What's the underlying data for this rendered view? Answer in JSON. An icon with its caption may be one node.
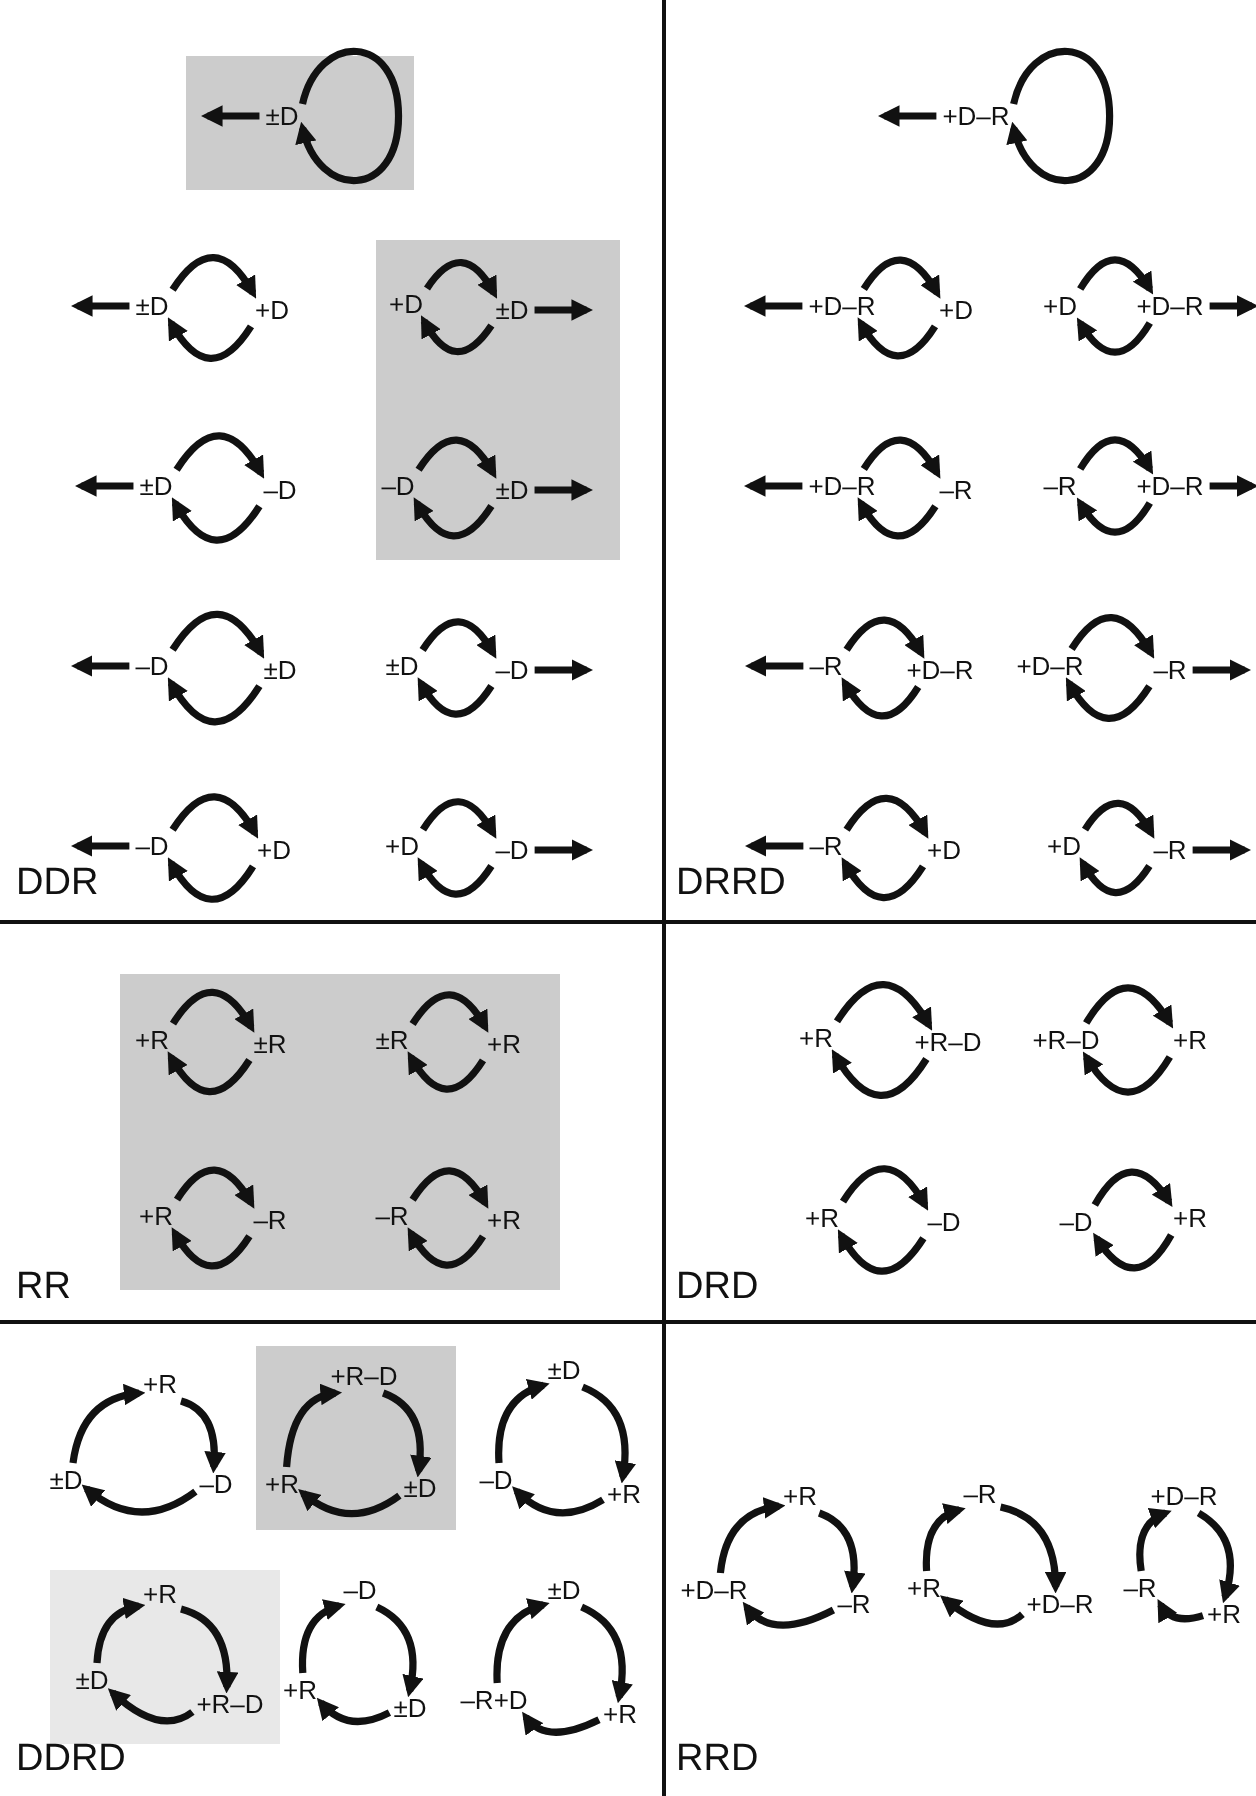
{
  "diagram": {
    "nodes": [
      {
        "text": [
          "DDR"
        ]
      },
      {
        "text": [],
        "shape": "box",
        "in": 0
      },
      {
        "text": [
          "±D"
        ],
        "in": 1
      },
      {
        "text": [
          "±D"
        ],
        "in": 0
      },
      {
        "text": [
          "+D"
        ],
        "in": 0
      },
      {
        "text": [],
        "shape": "box",
        "in": 0
      },
      {
        "text": [
          "+D"
        ],
        "in": 5
      },
      {
        "text": [
          "±D"
        ],
        "in": 5
      },
      {
        "text": [
          "±D"
        ],
        "in": 0
      },
      {
        "text": [
          "–D"
        ],
        "in": 0
      },
      {
        "text": [
          "–D"
        ],
        "in": 5
      },
      {
        "text": [
          "±D"
        ],
        "in": 5
      },
      {
        "text": [
          "–D"
        ],
        "in": 0
      },
      {
        "text": [
          "±D"
        ],
        "in": 0
      },
      {
        "text": [
          "±D"
        ],
        "in": 0
      },
      {
        "text": [
          "–D"
        ],
        "in": 0
      },
      {
        "text": [
          "–D"
        ],
        "in": 0
      },
      {
        "text": [
          "+D"
        ],
        "in": 0
      },
      {
        "text": [
          "+D"
        ],
        "in": 0
      },
      {
        "text": [
          "–D"
        ],
        "in": 0
      },
      {
        "text": [
          "DRRD"
        ]
      },
      {
        "text": [
          "+D–R"
        ],
        "in": 20
      },
      {
        "text": [
          "+D–R"
        ],
        "in": 20
      },
      {
        "text": [
          "+D"
        ],
        "in": 20
      },
      {
        "text": [
          "+D"
        ],
        "in": 20
      },
      {
        "text": [
          "+D–R"
        ],
        "in": 20
      },
      {
        "text": [
          "+D–R"
        ],
        "in": 20
      },
      {
        "text": [
          "–R"
        ],
        "in": 20
      },
      {
        "text": [
          "–R"
        ],
        "in": 20
      },
      {
        "text": [
          "+D–R"
        ],
        "in": 20
      },
      {
        "text": [
          "–R"
        ],
        "in": 20
      },
      {
        "text": [
          "+D–R"
        ],
        "in": 20
      },
      {
        "text": [
          "+D–R"
        ],
        "in": 20
      },
      {
        "text": [
          "–R"
        ],
        "in": 20
      },
      {
        "text": [
          "–R"
        ],
        "in": 20
      },
      {
        "text": [
          "+D"
        ],
        "in": 20
      },
      {
        "text": [
          "+D"
        ],
        "in": 20
      },
      {
        "text": [
          "–R"
        ],
        "in": 20
      },
      {
        "text": [
          "RR"
        ]
      },
      {
        "text": [],
        "shape": "box",
        "in": 38
      },
      {
        "text": [
          "+R"
        ],
        "in": 39
      },
      {
        "text": [
          "±R"
        ],
        "in": 39
      },
      {
        "text": [
          "±R"
        ],
        "in": 39
      },
      {
        "text": [
          "+R"
        ],
        "in": 39
      },
      {
        "text": [
          "+R"
        ],
        "in": 39
      },
      {
        "text": [
          "–R"
        ],
        "in": 39
      },
      {
        "text": [
          "–R"
        ],
        "in": 39
      },
      {
        "text": [
          "+R"
        ],
        "in": 39
      },
      {
        "text": [
          "DRD"
        ]
      },
      {
        "text": [
          "+R"
        ],
        "in": 48
      },
      {
        "text": [
          "+R–D"
        ],
        "in": 48
      },
      {
        "text": [
          "+R–D"
        ],
        "in": 48
      },
      {
        "text": [
          "+R"
        ],
        "in": 48
      },
      {
        "text": [
          "+R"
        ],
        "in": 48
      },
      {
        "text": [
          "–D"
        ],
        "in": 48
      },
      {
        "text": [
          "–D"
        ],
        "in": 48
      },
      {
        "text": [
          "+R"
        ],
        "in": 48
      },
      {
        "text": [
          "DDRD"
        ]
      },
      {
        "text": [
          "+R"
        ],
        "in": 57
      },
      {
        "text": [
          "±D"
        ],
        "in": 57
      },
      {
        "text": [
          "–D"
        ],
        "in": 57
      },
      {
        "text": [],
        "shape": "box",
        "in": 57
      },
      {
        "text": [
          "+R–D"
        ],
        "in": 61
      },
      {
        "text": [
          "+R"
        ],
        "in": 61
      },
      {
        "text": [
          "±D"
        ],
        "in": 61
      },
      {
        "text": [
          "±D"
        ],
        "in": 57
      },
      {
        "text": [
          "–D"
        ],
        "in": 57
      },
      {
        "text": [
          "+R"
        ],
        "in": 57
      },
      {
        "text": [],
        "shape": "box",
        "in": 57
      },
      {
        "text": [
          "+R"
        ],
        "in": 68
      },
      {
        "text": [
          "±D"
        ],
        "in": 68
      },
      {
        "text": [
          "+R–D"
        ],
        "in": 68
      },
      {
        "text": [
          "–D"
        ],
        "in": 57
      },
      {
        "text": [
          "+R"
        ],
        "in": 57
      },
      {
        "text": [
          "±D"
        ],
        "in": 57
      },
      {
        "text": [
          "±D"
        ],
        "in": 57
      },
      {
        "text": [
          "–R+D"
        ],
        "in": 57
      },
      {
        "text": [
          "+R"
        ],
        "in": 57
      },
      {
        "text": [
          "RRD"
        ]
      },
      {
        "text": [
          "+R"
        ],
        "in": 78
      },
      {
        "text": [
          "+D–R"
        ],
        "in": 78
      },
      {
        "text": [
          "–R"
        ],
        "in": 78
      },
      {
        "text": [
          "–R"
        ],
        "in": 78
      },
      {
        "text": [
          "+R"
        ],
        "in": 78
      },
      {
        "text": [
          "+D–R"
        ],
        "in": 78
      },
      {
        "text": [
          "+D–R"
        ],
        "in": 78
      },
      {
        "text": [
          "–R"
        ],
        "in": 78
      },
      {
        "text": [
          "+R"
        ],
        "in": 78
      }
    ],
    "edges": [
      {
        "from": 2,
        "to": 2,
        "arrow": "to"
      },
      {
        "from": 2,
        "to": null,
        "arrow": "to"
      },
      {
        "from": 3,
        "to": 4,
        "arrow": "to"
      },
      {
        "from": 4,
        "to": 3,
        "arrow": "to"
      },
      {
        "from": 3,
        "to": null,
        "arrow": "to"
      },
      {
        "from": 6,
        "to": 7,
        "arrow": "to"
      },
      {
        "from": 7,
        "to": 6,
        "arrow": "to"
      },
      {
        "from": 7,
        "to": null,
        "arrow": "to"
      },
      {
        "from": 8,
        "to": 9,
        "arrow": "to"
      },
      {
        "from": 9,
        "to": 8,
        "arrow": "to"
      },
      {
        "from": 8,
        "to": null,
        "arrow": "to"
      },
      {
        "from": 10,
        "to": 11,
        "arrow": "to"
      },
      {
        "from": 11,
        "to": 10,
        "arrow": "to"
      },
      {
        "from": 11,
        "to": null,
        "arrow": "to"
      },
      {
        "from": 12,
        "to": 13,
        "arrow": "to"
      },
      {
        "from": 13,
        "to": 12,
        "arrow": "to"
      },
      {
        "from": 12,
        "to": null,
        "arrow": "to"
      },
      {
        "from": 14,
        "to": 15,
        "arrow": "to"
      },
      {
        "from": 15,
        "to": 14,
        "arrow": "to"
      },
      {
        "from": 15,
        "to": null,
        "arrow": "to"
      },
      {
        "from": 16,
        "to": 17,
        "arrow": "to"
      },
      {
        "from": 17,
        "to": 16,
        "arrow": "to"
      },
      {
        "from": 16,
        "to": null,
        "arrow": "to"
      },
      {
        "from": 18,
        "to": 19,
        "arrow": "to"
      },
      {
        "from": 19,
        "to": 18,
        "arrow": "to"
      },
      {
        "from": 19,
        "to": null,
        "arrow": "to"
      },
      {
        "from": 21,
        "to": 21,
        "arrow": "to"
      },
      {
        "from": 21,
        "to": null,
        "arrow": "to"
      },
      {
        "from": 22,
        "to": 23,
        "arrow": "to"
      },
      {
        "from": 23,
        "to": 22,
        "arrow": "to"
      },
      {
        "from": 22,
        "to": null,
        "arrow": "to"
      },
      {
        "from": 24,
        "to": 25,
        "arrow": "to"
      },
      {
        "from": 25,
        "to": 24,
        "arrow": "to"
      },
      {
        "from": 25,
        "to": null,
        "arrow": "to"
      },
      {
        "from": 26,
        "to": 27,
        "arrow": "to"
      },
      {
        "from": 27,
        "to": 26,
        "arrow": "to"
      },
      {
        "from": 26,
        "to": null,
        "arrow": "to"
      },
      {
        "from": 28,
        "to": 29,
        "arrow": "to"
      },
      {
        "from": 29,
        "to": 28,
        "arrow": "to"
      },
      {
        "from": 29,
        "to": null,
        "arrow": "to"
      },
      {
        "from": 30,
        "to": 31,
        "arrow": "to"
      },
      {
        "from": 31,
        "to": 30,
        "arrow": "to"
      },
      {
        "from": 30,
        "to": null,
        "arrow": "to"
      },
      {
        "from": 32,
        "to": 33,
        "arrow": "to"
      },
      {
        "from": 33,
        "to": 32,
        "arrow": "to"
      },
      {
        "from": 33,
        "to": null,
        "arrow": "to"
      },
      {
        "from": 34,
        "to": 35,
        "arrow": "to"
      },
      {
        "from": 35,
        "to": 34,
        "arrow": "to"
      },
      {
        "from": 34,
        "to": null,
        "arrow": "to"
      },
      {
        "from": 36,
        "to": 37,
        "arrow": "to"
      },
      {
        "from": 37,
        "to": 36,
        "arrow": "to"
      },
      {
        "from": 37,
        "to": null,
        "arrow": "to"
      },
      {
        "from": 40,
        "to": 41,
        "arrow": "to"
      },
      {
        "from": 41,
        "to": 40,
        "arrow": "to"
      },
      {
        "from": 42,
        "to": 43,
        "arrow": "to"
      },
      {
        "from": 43,
        "to": 42,
        "arrow": "to"
      },
      {
        "from": 44,
        "to": 45,
        "arrow": "to"
      },
      {
        "from": 45,
        "to": 44,
        "arrow": "to"
      },
      {
        "from": 46,
        "to": 47,
        "arrow": "to"
      },
      {
        "from": 47,
        "to": 46,
        "arrow": "to"
      },
      {
        "from": 49,
        "to": 50,
        "arrow": "to"
      },
      {
        "from": 50,
        "to": 49,
        "arrow": "to"
      },
      {
        "from": 51,
        "to": 52,
        "arrow": "to"
      },
      {
        "from": 52,
        "to": 51,
        "arrow": "to"
      },
      {
        "from": 53,
        "to": 54,
        "arrow": "to"
      },
      {
        "from": 54,
        "to": 53,
        "arrow": "to"
      },
      {
        "from": 55,
        "to": 56,
        "arrow": "to"
      },
      {
        "from": 56,
        "to": 55,
        "arrow": "to"
      },
      {
        "from": 58,
        "to": 60,
        "arrow": "to"
      },
      {
        "from": 60,
        "to": 59,
        "arrow": "to"
      },
      {
        "from": 59,
        "to": 58,
        "arrow": "to"
      },
      {
        "from": 62,
        "to": 64,
        "arrow": "to"
      },
      {
        "from": 64,
        "to": 63,
        "arrow": "to"
      },
      {
        "from": 63,
        "to": 62,
        "arrow": "to"
      },
      {
        "from": 65,
        "to": 67,
        "arrow": "to"
      },
      {
        "from": 67,
        "to": 66,
        "arrow": "to"
      },
      {
        "from": 66,
        "to": 65,
        "arrow": "to"
      },
      {
        "from": 69,
        "to": 71,
        "arrow": "to"
      },
      {
        "from": 71,
        "to": 70,
        "arrow": "to"
      },
      {
        "from": 70,
        "to": 69,
        "arrow": "to"
      },
      {
        "from": 72,
        "to": 74,
        "arrow": "to"
      },
      {
        "from": 74,
        "to": 73,
        "arrow": "to"
      },
      {
        "from": 73,
        "to": 72,
        "arrow": "to"
      },
      {
        "from": 75,
        "to": 77,
        "arrow": "to"
      },
      {
        "from": 77,
        "to": 76,
        "arrow": "to"
      },
      {
        "from": 76,
        "to": 75,
        "arrow": "to"
      },
      {
        "from": 79,
        "to": 81,
        "arrow": "to"
      },
      {
        "from": 81,
        "to": 80,
        "arrow": "to"
      },
      {
        "from": 80,
        "to": 79,
        "arrow": "to"
      },
      {
        "from": 82,
        "to": 84,
        "arrow": "to"
      },
      {
        "from": 84,
        "to": 83,
        "arrow": "to"
      },
      {
        "from": 83,
        "to": 82,
        "arrow": "to"
      },
      {
        "from": 85,
        "to": 87,
        "arrow": "to"
      },
      {
        "from": 87,
        "to": 86,
        "arrow": "to"
      },
      {
        "from": 86,
        "to": 85,
        "arrow": "to"
      }
    ]
  }
}
